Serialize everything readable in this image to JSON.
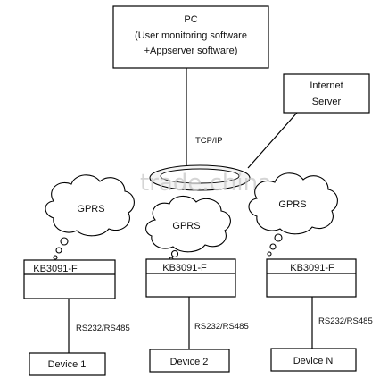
{
  "pc": {
    "title": "PC",
    "line1": "(User monitoring software",
    "line2": "+Appserver software)"
  },
  "internet_server": {
    "line1": "Internet",
    "line2": "Server"
  },
  "network_label": "TCP/IP",
  "clouds": [
    "GPRS",
    "GPRS",
    "GPRS"
  ],
  "modules": [
    "KB3091-F",
    "KB3091-F",
    "KB3091-F"
  ],
  "links": [
    "RS232/RS485",
    "RS232/RS485",
    "RS232/RS485"
  ],
  "devices": [
    "Device 1",
    "Device 2",
    "Device N"
  ],
  "watermark": "trade.china.cn"
}
